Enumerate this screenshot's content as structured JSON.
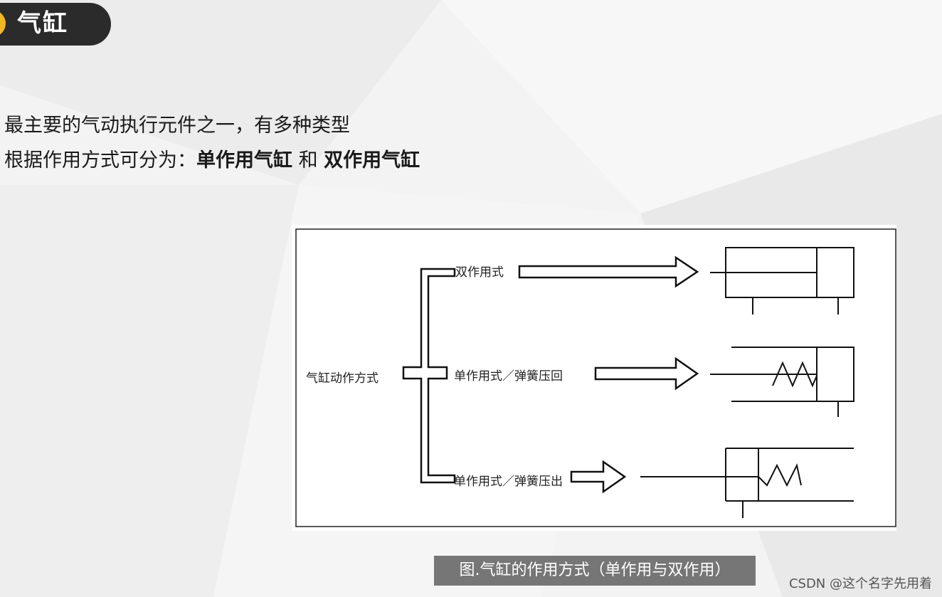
{
  "slide": {
    "title": "气缸",
    "line1": "最主要的气动执行元件之一，有多种类型",
    "line2_prefix": "根据作用方式可分为：",
    "line2_bold1": "单作用气缸",
    "line2_mid": " 和 ",
    "line2_bold2": "双作用气缸"
  },
  "diagram": {
    "root_label": "气缸动作方式",
    "branch_top": "双作用式",
    "branch_mid": "单作用式／弹簧压回",
    "branch_bot": "单作用式／弹簧压出"
  },
  "caption": "图.气缸的作用方式（单作用与双作用）",
  "watermark": "CSDN @这个名字先用着",
  "colors": {
    "title_bg": "#2b2b2b",
    "accent": "#f2b623",
    "caption_bg": "#767676"
  }
}
